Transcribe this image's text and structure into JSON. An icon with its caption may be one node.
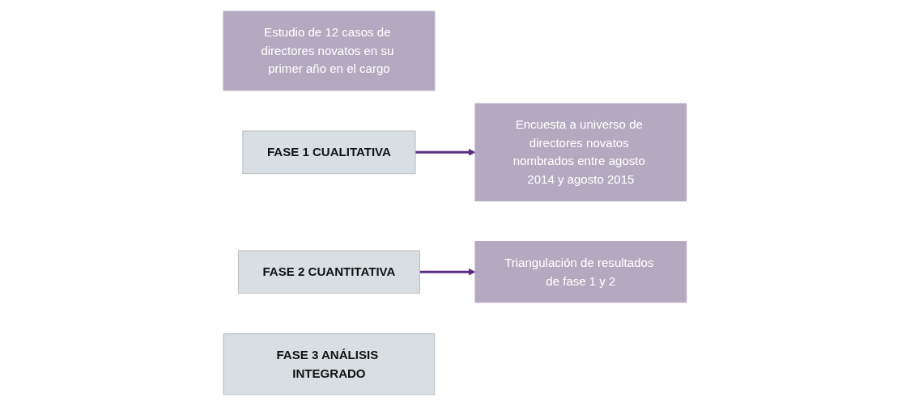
{
  "diagram": {
    "nodes": [
      {
        "text": [
          "Estudio de 12 casos de directores novatos en su primer año en el cargo"
        ]
      },
      {
        "text": [
          "FASE 1 CUALITATIVA"
        ]
      },
      {
        "text": [
          "FASE 2 CUANTITATIVA"
        ]
      },
      {
        "text": [
          "Encuesta a universo de directores novatos nombrados entre agosto 2014 y agosto 2015"
        ]
      },
      {
        "text": [
          "Triangulación de resultados de fase 1 y 2"
        ]
      },
      {
        "text": [
          "FASE 3 ANÁLISIS INTEGRADO"
        ]
      }
    ],
    "edges": [
      {
        "from": 1,
        "to": 3,
        "arrow": "to"
      },
      {
        "from": 2,
        "to": 4,
        "arrow": "to"
      }
    ]
  }
}
